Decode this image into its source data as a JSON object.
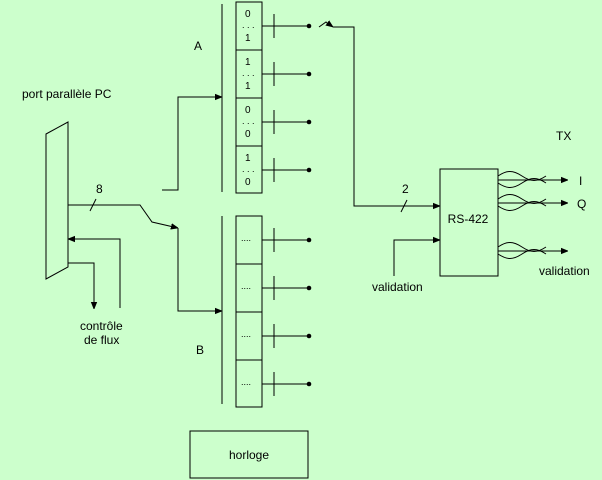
{
  "labels": {
    "parallel_port": "port parallèle PC",
    "bus_width_8": "8",
    "flow_control_line1": "contrôle",
    "flow_control_line2": "de flux",
    "register_a": "A",
    "register_b": "B",
    "clock": "horloge",
    "bus_width_2": "2",
    "rs422": "RS-422",
    "tx": "TX",
    "out_i": "I",
    "out_q": "Q",
    "validation_in": "validation",
    "validation_out": "validation"
  },
  "register_a_cells": [
    {
      "top": "0",
      "bottom": "1"
    },
    {
      "top": "1",
      "bottom": "1"
    },
    {
      "top": "0",
      "bottom": "0"
    },
    {
      "top": "1",
      "bottom": "0"
    }
  ],
  "register_b_cells": [
    {
      "mid": "...."
    },
    {
      "mid": "...."
    },
    {
      "mid": "...."
    },
    {
      "mid": "...."
    }
  ],
  "colors": {
    "background": "#ccffcc",
    "ink": "#000000"
  }
}
